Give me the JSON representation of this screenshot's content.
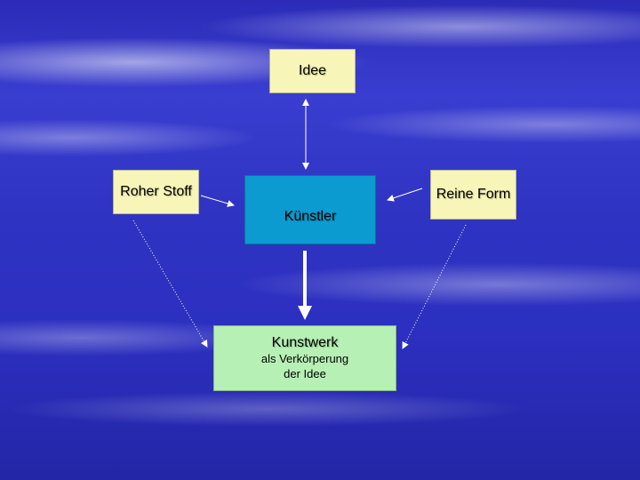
{
  "nodes": {
    "idee": "Idee",
    "roher_stoff": "Roher Stoff",
    "reine_form": "Reine Form",
    "kuenstler": "Künstler",
    "kunstwerk": "Kunstwerk",
    "kunstwerk_sub1": "als Verkörperung",
    "kunstwerk_sub2": "der Idee"
  },
  "colors": {
    "yellow_box": "#f7f5b8",
    "blue_box": "#0b9bd0",
    "green_box": "#b6f0b4",
    "background": "#2f33c2"
  }
}
